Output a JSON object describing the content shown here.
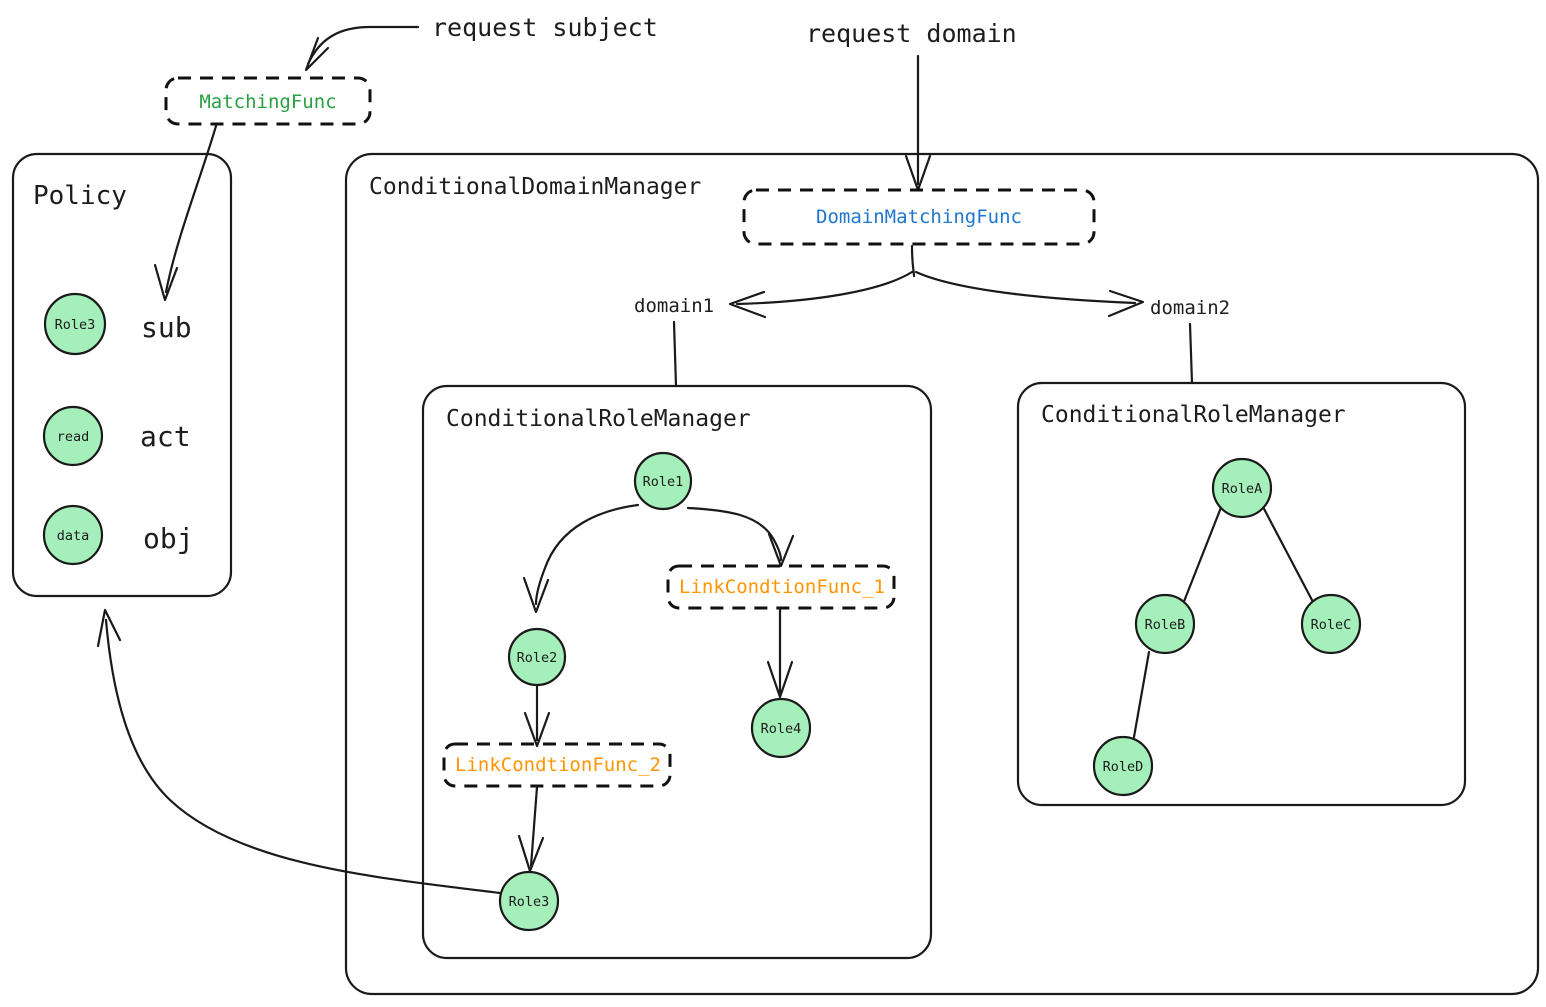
{
  "annotations": {
    "request_subject": "request subject",
    "request_domain": "request domain"
  },
  "matching_func": {
    "label": "MatchingFunc",
    "color": "#2aa042"
  },
  "policy": {
    "title": "Policy",
    "rows": [
      {
        "node": "Role3",
        "field": "sub"
      },
      {
        "node": "read",
        "field": "act"
      },
      {
        "node": "data",
        "field": "obj"
      }
    ]
  },
  "domain_manager": {
    "title": "ConditionalDomainManager",
    "domain_matching_func": {
      "label": "DomainMatchingFunc",
      "color": "#1f77d0"
    },
    "domain_labels": {
      "left": "domain1",
      "right": "domain2"
    }
  },
  "role_manager_left": {
    "title": "ConditionalRoleManager",
    "nodes": [
      {
        "id": "role1",
        "label": "Role1"
      },
      {
        "id": "role2",
        "label": "Role2"
      },
      {
        "id": "role3",
        "label": "Role3"
      },
      {
        "id": "role4",
        "label": "Role4"
      }
    ],
    "condition_funcs": [
      {
        "id": "lcf1",
        "label": "LinkCondtionFunc_1",
        "color": "#ff9500"
      },
      {
        "id": "lcf2",
        "label": "LinkCondtionFunc_2",
        "color": "#ff9500"
      }
    ]
  },
  "role_manager_right": {
    "title": "ConditionalRoleManager",
    "nodes": [
      {
        "id": "roleA",
        "label": "RoleA"
      },
      {
        "id": "roleB",
        "label": "RoleB"
      },
      {
        "id": "roleC",
        "label": "RoleC"
      },
      {
        "id": "roleD",
        "label": "RoleD"
      }
    ]
  },
  "colors": {
    "node_fill": "#a5efba",
    "stroke": "#1a1a1a",
    "green_text": "#2aa042",
    "blue_text": "#1f77d0",
    "orange_text": "#ff9500"
  }
}
